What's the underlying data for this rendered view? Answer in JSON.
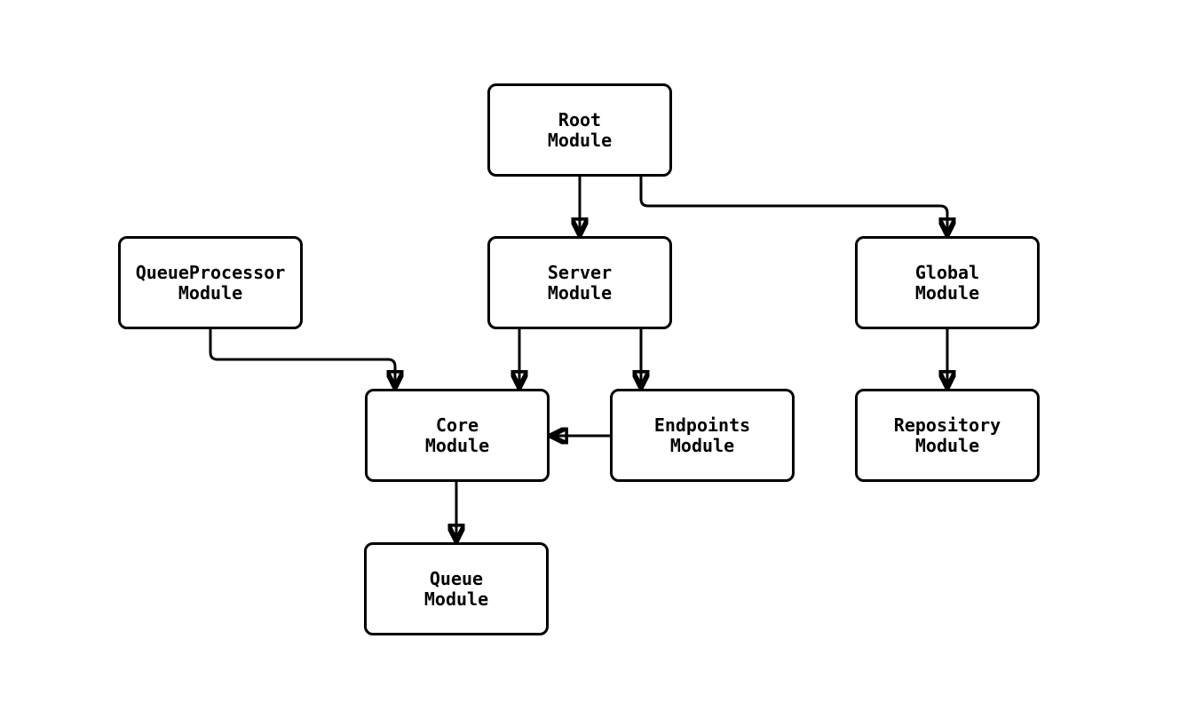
{
  "diagram": {
    "background_color": "#ffffff",
    "node_fill_color": "#ffffff",
    "line_color": "#000000",
    "text_color": "#000000",
    "nodes": {
      "root": {
        "line1": "Root",
        "line2": "Module"
      },
      "queueprocessor": {
        "line1": "QueueProcessor",
        "line2": "Module"
      },
      "server": {
        "line1": "Server",
        "line2": "Module"
      },
      "global": {
        "line1": "Global",
        "line2": "Module"
      },
      "core": {
        "line1": "Core",
        "line2": "Module"
      },
      "endpoints": {
        "line1": "Endpoints",
        "line2": "Module"
      },
      "repository": {
        "line1": "Repository",
        "line2": "Module"
      },
      "queue": {
        "line1": "Queue",
        "line2": "Module"
      }
    },
    "edges": [
      {
        "from": "Root Module",
        "to": "Server Module"
      },
      {
        "from": "Root Module",
        "to": "Global Module"
      },
      {
        "from": "QueueProcessor Module",
        "to": "Core Module"
      },
      {
        "from": "Server Module",
        "to": "Core Module"
      },
      {
        "from": "Server Module",
        "to": "Endpoints Module"
      },
      {
        "from": "Endpoints Module",
        "to": "Core Module"
      },
      {
        "from": "Global Module",
        "to": "Repository Module"
      },
      {
        "from": "Core Module",
        "to": "Queue Module"
      }
    ]
  }
}
